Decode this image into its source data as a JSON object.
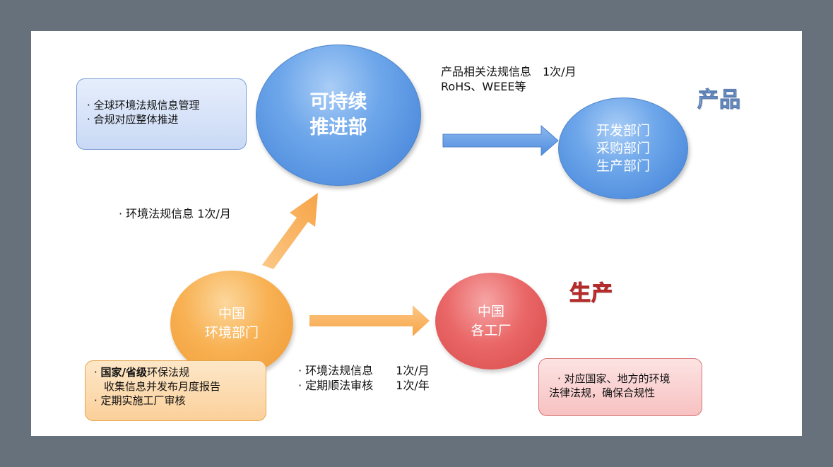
{
  "top_left_box": {
    "line1": "· 全球环境法规信息管理",
    "line2": "· 合规对应整体推进"
  },
  "sustain_dept": {
    "line1": "可持续",
    "line2": "推进部"
  },
  "top_arrow_label": {
    "line1": "产品相关法规信息　1次/月",
    "line2": "RoHS、WEEE等"
  },
  "product_depts": {
    "line1": "开发部门",
    "line2": "采购部门",
    "line3": "生产部门"
  },
  "product_title": "产品",
  "up_arrow_label": "· 环境法规信息  1次/月",
  "china_env": {
    "line1": "中国",
    "line2": "环境部门"
  },
  "china_factories": {
    "line1": "中国",
    "line2": "各工厂"
  },
  "production_title": "生产",
  "bottom_left_box": {
    "bold": "国家/省级",
    "line1_rest": "环保法规",
    "line2": "收集信息并发布月度报告",
    "line3": "· 定期实施工厂审核",
    "bullet": "· "
  },
  "bottom_arrow_label": {
    "line1": "· 环境法规信息　　1次/月",
    "line2": "· 定期顺法审核　　1次/年"
  },
  "bottom_right_box": {
    "line1": "· 对应国家、地方的环境",
    "line2": "法律法规，确保合规性"
  }
}
